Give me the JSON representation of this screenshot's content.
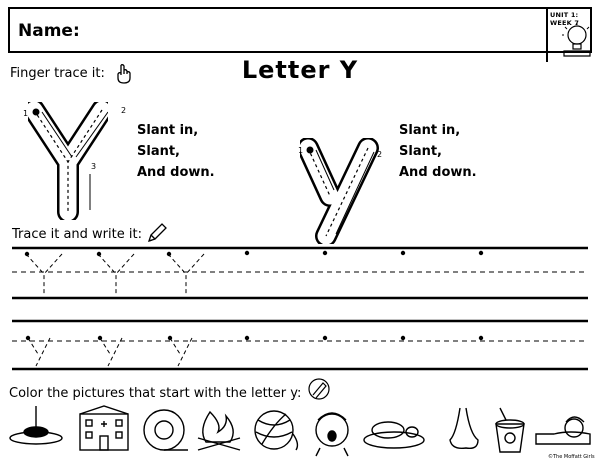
{
  "header": {
    "name_label": "Name:",
    "unit_label": "UNIT 1: WEEK 7"
  },
  "title": "Letter Y",
  "finger_trace": {
    "label": "Finger trace it:",
    "uppercase": {
      "letter": "Y",
      "stroke_numbers": [
        "1",
        "2",
        "3"
      ],
      "cues": [
        "Slant in,",
        "Slant,",
        "And down."
      ]
    },
    "lowercase": {
      "letter": "y",
      "stroke_numbers": [
        "1",
        "2"
      ],
      "cues": [
        "Slant in,",
        "Slant,",
        "And down."
      ]
    }
  },
  "trace_write": {
    "label": "Trace it and write it:",
    "row1_letters": [
      "Y",
      "Y",
      "Y"
    ],
    "row2_letters": [
      "y",
      "y",
      "y"
    ]
  },
  "color_section": {
    "label": "Color the pictures that start with the letter y:",
    "pictures": [
      {
        "name": "yo-yo",
        "icon": "yoyo-icon"
      },
      {
        "name": "school",
        "icon": "school-building-icon"
      },
      {
        "name": "tape",
        "icon": "tape-roll-icon"
      },
      {
        "name": "campfire",
        "icon": "campfire-icon"
      },
      {
        "name": "yarn",
        "icon": "yarn-ball-icon"
      },
      {
        "name": "yawn",
        "icon": "yawning-girl-icon"
      },
      {
        "name": "yam",
        "icon": "yam-plate-icon"
      },
      {
        "name": "nose",
        "icon": "nose-icon"
      },
      {
        "name": "yogurt",
        "icon": "yogurt-icon"
      },
      {
        "name": "sleeping",
        "icon": "sleeping-boy-icon"
      }
    ]
  },
  "footer": {
    "credit": "©The Moffatt Girls"
  },
  "colors": {
    "ink": "#000000",
    "paper": "#ffffff"
  }
}
